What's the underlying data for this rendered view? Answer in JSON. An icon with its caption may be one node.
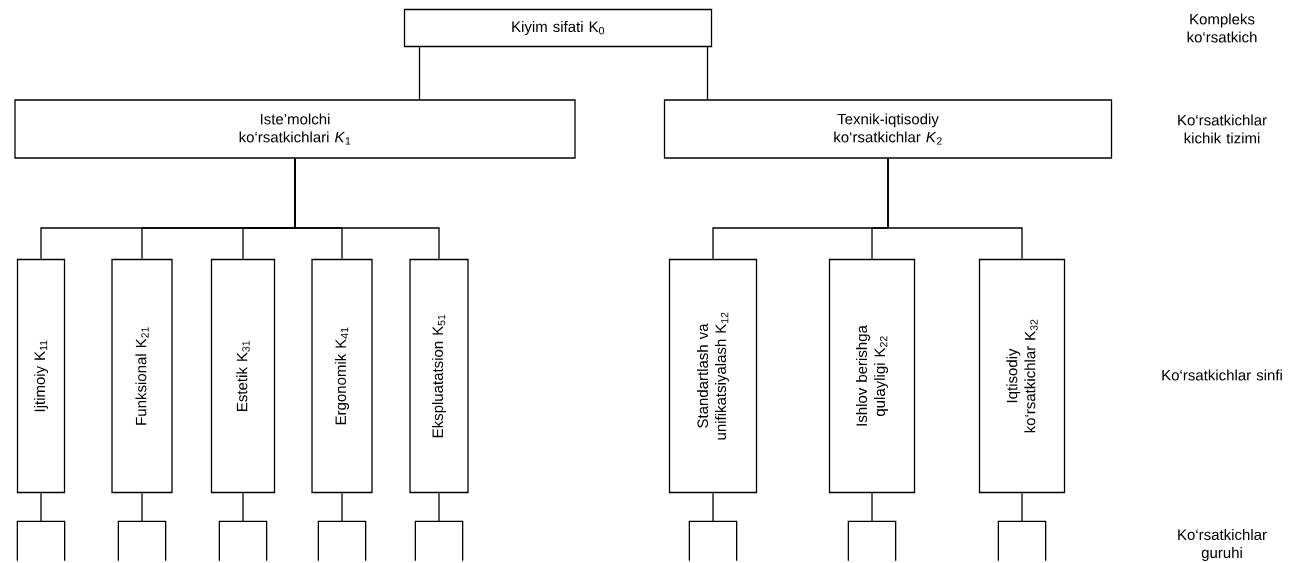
{
  "diagram": {
    "nodes": [
      {
        "text": [
          "Kiyim sifati K$_{0}$"
        ]
      },
      {
        "text": [
          "Iste’molchi ko‘rsatkichlari *K*$_{1}$"
        ]
      },
      {
        "text": [
          "Texnik-iqtisodiy ko‘rsatkichlar *K*$_{2}$"
        ]
      },
      {
        "text": [
          "Ijtimoiy K$_{11}$"
        ]
      },
      {
        "text": [
          "Funksional K$_{21}$"
        ]
      },
      {
        "text": [
          "Estetik K$_{31}$"
        ]
      },
      {
        "text": [
          "Ergonomik K$_{41}$"
        ]
      },
      {
        "text": [
          "Ekspluatatsion K$_{51}$"
        ]
      },
      {
        "text": [
          "Standartlash va unifikatsiyalash K$_{12}$"
        ]
      },
      {
        "text": [
          "Ishlov berishga qulayligi K$_{22}$"
        ]
      },
      {
        "text": [
          "Iqtisodiy ko‘rsatkichlar K$_{32}$"
        ]
      },
      {
        "text": [],
        "shape": "bracket"
      },
      {
        "text": [],
        "shape": "bracket"
      },
      {
        "text": [],
        "shape": "bracket"
      },
      {
        "text": [],
        "shape": "bracket"
      },
      {
        "text": [],
        "shape": "bracket"
      },
      {
        "text": [],
        "shape": "bracket"
      },
      {
        "text": [],
        "shape": "bracket"
      },
      {
        "text": [],
        "shape": "bracket"
      }
    ],
    "edges": [
      {
        "from": 0,
        "to": 1,
        "arrow": "none"
      },
      {
        "from": 0,
        "to": 2,
        "arrow": "none"
      },
      {
        "from": 1,
        "to": 3,
        "arrow": "none"
      },
      {
        "from": 1,
        "to": 4,
        "arrow": "none"
      },
      {
        "from": 1,
        "to": 5,
        "arrow": "none"
      },
      {
        "from": 1,
        "to": 6,
        "arrow": "none"
      },
      {
        "from": 1,
        "to": 7,
        "arrow": "none"
      },
      {
        "from": 2,
        "to": 8,
        "arrow": "none"
      },
      {
        "from": 2,
        "to": 9,
        "arrow": "none"
      },
      {
        "from": 2,
        "to": 10,
        "arrow": "none"
      },
      {
        "from": 3,
        "to": 11,
        "arrow": "none"
      },
      {
        "from": 4,
        "to": 12,
        "arrow": "none"
      },
      {
        "from": 5,
        "to": 13,
        "arrow": "none"
      },
      {
        "from": 6,
        "to": 14,
        "arrow": "none"
      },
      {
        "from": 7,
        "to": 15,
        "arrow": "none"
      },
      {
        "from": 8,
        "to": 16,
        "arrow": "none"
      },
      {
        "from": 9,
        "to": 17,
        "arrow": "none"
      },
      {
        "from": 10,
        "to": 18,
        "arrow": "none"
      }
    ],
    "labels": [
      "Kompleks ko‘rsatkich",
      "Ko‘rsatkichlar kichik tizimi",
      "Ko‘rsatkichlar sinfi",
      "Ko‘rsatkichlar guruhi"
    ]
  }
}
